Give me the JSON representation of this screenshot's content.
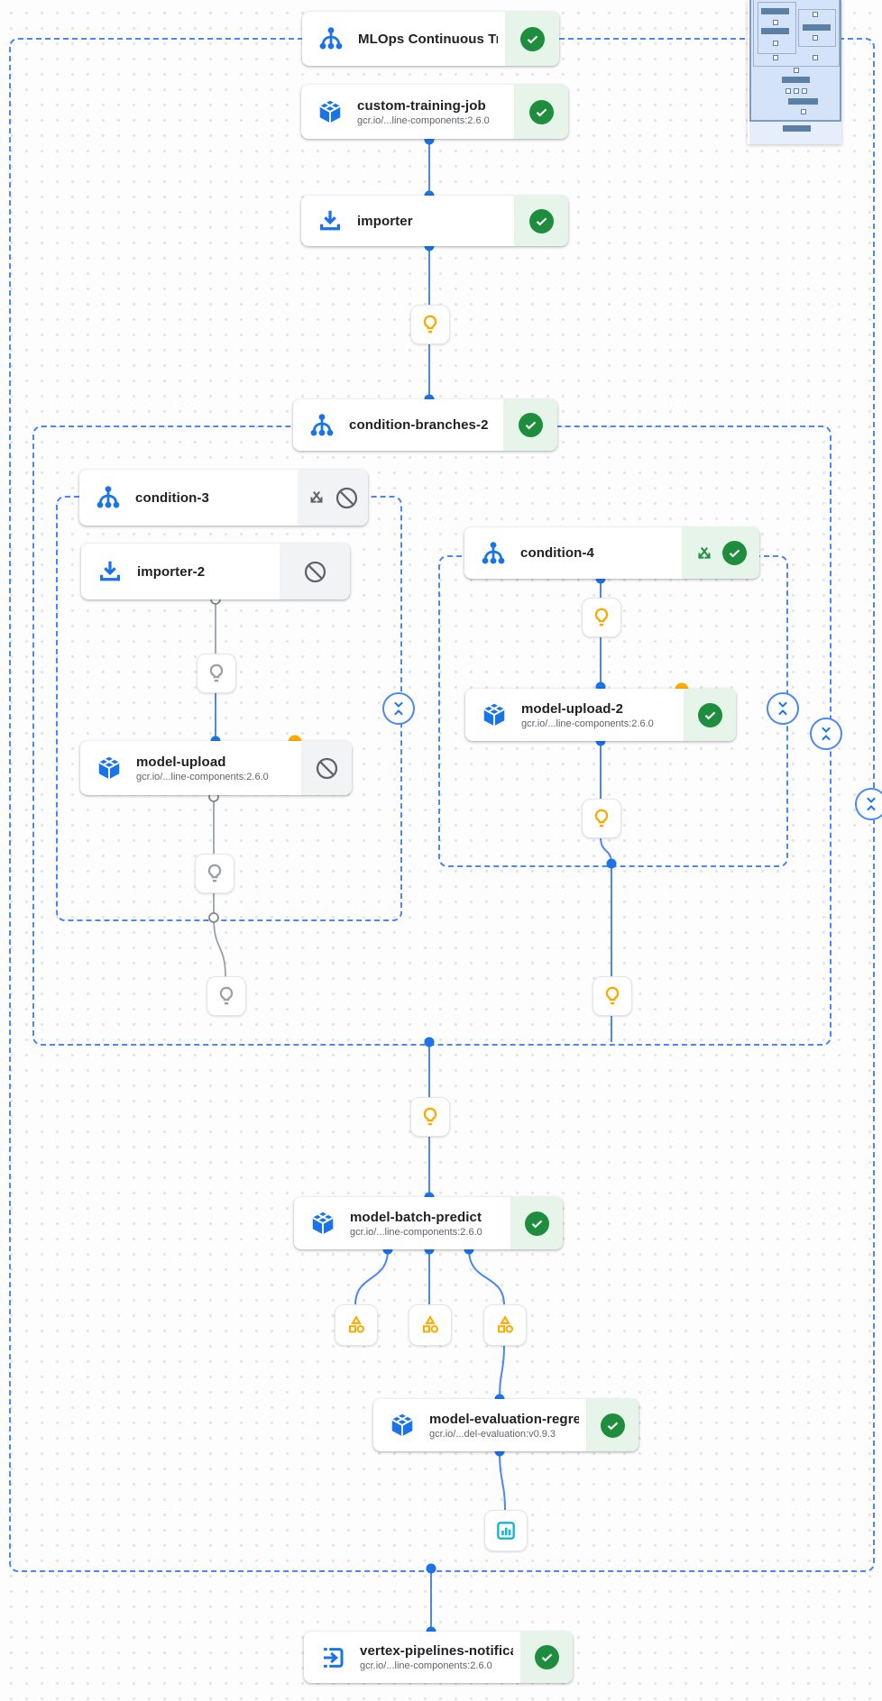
{
  "pipeline_name": "MLOps Continuous Traini…",
  "nodes": {
    "mlops": {
      "title": "MLOps Continuous Traini…",
      "status": "succeeded",
      "icon": "pipeline-branch-icon"
    },
    "custom_training_job": {
      "title": "custom-training-job",
      "subtitle": "gcr.io/...line-components:2.6.0",
      "status": "succeeded",
      "icon": "component-cube-icon"
    },
    "importer": {
      "title": "importer",
      "status": "succeeded",
      "icon": "importer-download-icon"
    },
    "condition_branches_2": {
      "title": "condition-branches-2",
      "status": "succeeded",
      "icon": "pipeline-branch-icon"
    },
    "condition_3": {
      "title": "condition-3",
      "status": "skipped",
      "icon": "pipeline-branch-icon"
    },
    "importer_2": {
      "title": "importer-2",
      "status": "skipped",
      "icon": "importer-download-icon"
    },
    "model_upload": {
      "title": "model-upload",
      "subtitle": "gcr.io/...line-components:2.6.0",
      "status": "skipped",
      "icon": "component-cube-icon",
      "badge": "cached-orange-dot"
    },
    "condition_4": {
      "title": "condition-4",
      "status": "succeeded",
      "icon": "pipeline-branch-icon"
    },
    "model_upload_2": {
      "title": "model-upload-2",
      "subtitle": "gcr.io/...line-components:2.6.0",
      "status": "succeeded",
      "icon": "component-cube-icon",
      "badge": "cached-orange-dot"
    },
    "model_batch_predict": {
      "title": "model-batch-predict",
      "subtitle": "gcr.io/...line-components:2.6.0",
      "status": "succeeded",
      "icon": "component-cube-icon"
    },
    "model_evaluation": {
      "title": "model-evaluation-regres…",
      "subtitle": "gcr.io/...del-evaluation:v0.9.3",
      "status": "succeeded",
      "icon": "component-cube-icon"
    },
    "vertex_notification": {
      "title": "vertex-pipelines-notificat…",
      "subtitle": "gcr.io/...line-components:2.6.0",
      "status": "succeeded",
      "icon": "exit-to-app-icon"
    }
  },
  "markers": {
    "condition_bulb": "lightbulb-icon",
    "skipped_condition_bulb": "lightbulb-icon-gray",
    "artifact": "artifact-shapes-icon",
    "metrics_artifact": "metrics-chart-icon",
    "collapse_button": "collapse-chevrons-icon"
  },
  "colors": {
    "accent_blue": "#1a73e8",
    "edge_blue": "#4c87f0",
    "success_green": "#1e8e3e",
    "success_bg": "#e6f4ea",
    "skipped_bg": "#f1f3f4",
    "skipped_gray": "#9aa0a6",
    "cached_orange": "#f9ab00",
    "artifact_amber": "#f9ab00",
    "metrics_cyan": "#12b5cb"
  },
  "minimap": {
    "present": true
  }
}
